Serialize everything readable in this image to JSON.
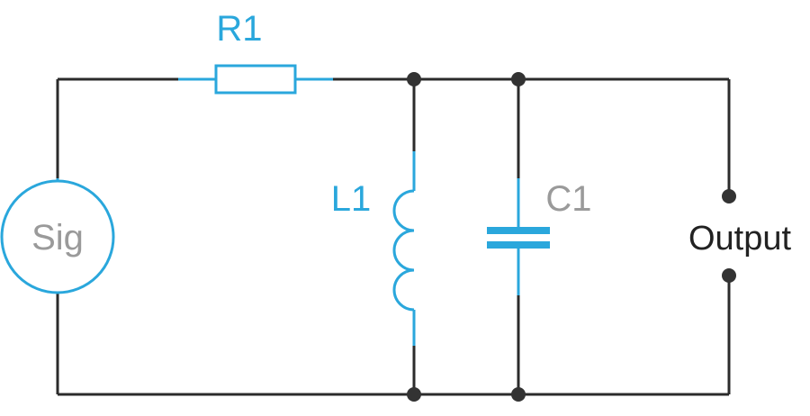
{
  "colors": {
    "wire": "#2b2b2b",
    "component": "#2aa7dc",
    "label_component": "#2aa7dc",
    "label_muted": "#9a9a9a",
    "label_output": "#222222",
    "node": "#333333"
  },
  "labels": {
    "r1": "R1",
    "l1": "L1",
    "c1": "C1",
    "sig": "Sig",
    "output": "Output"
  }
}
